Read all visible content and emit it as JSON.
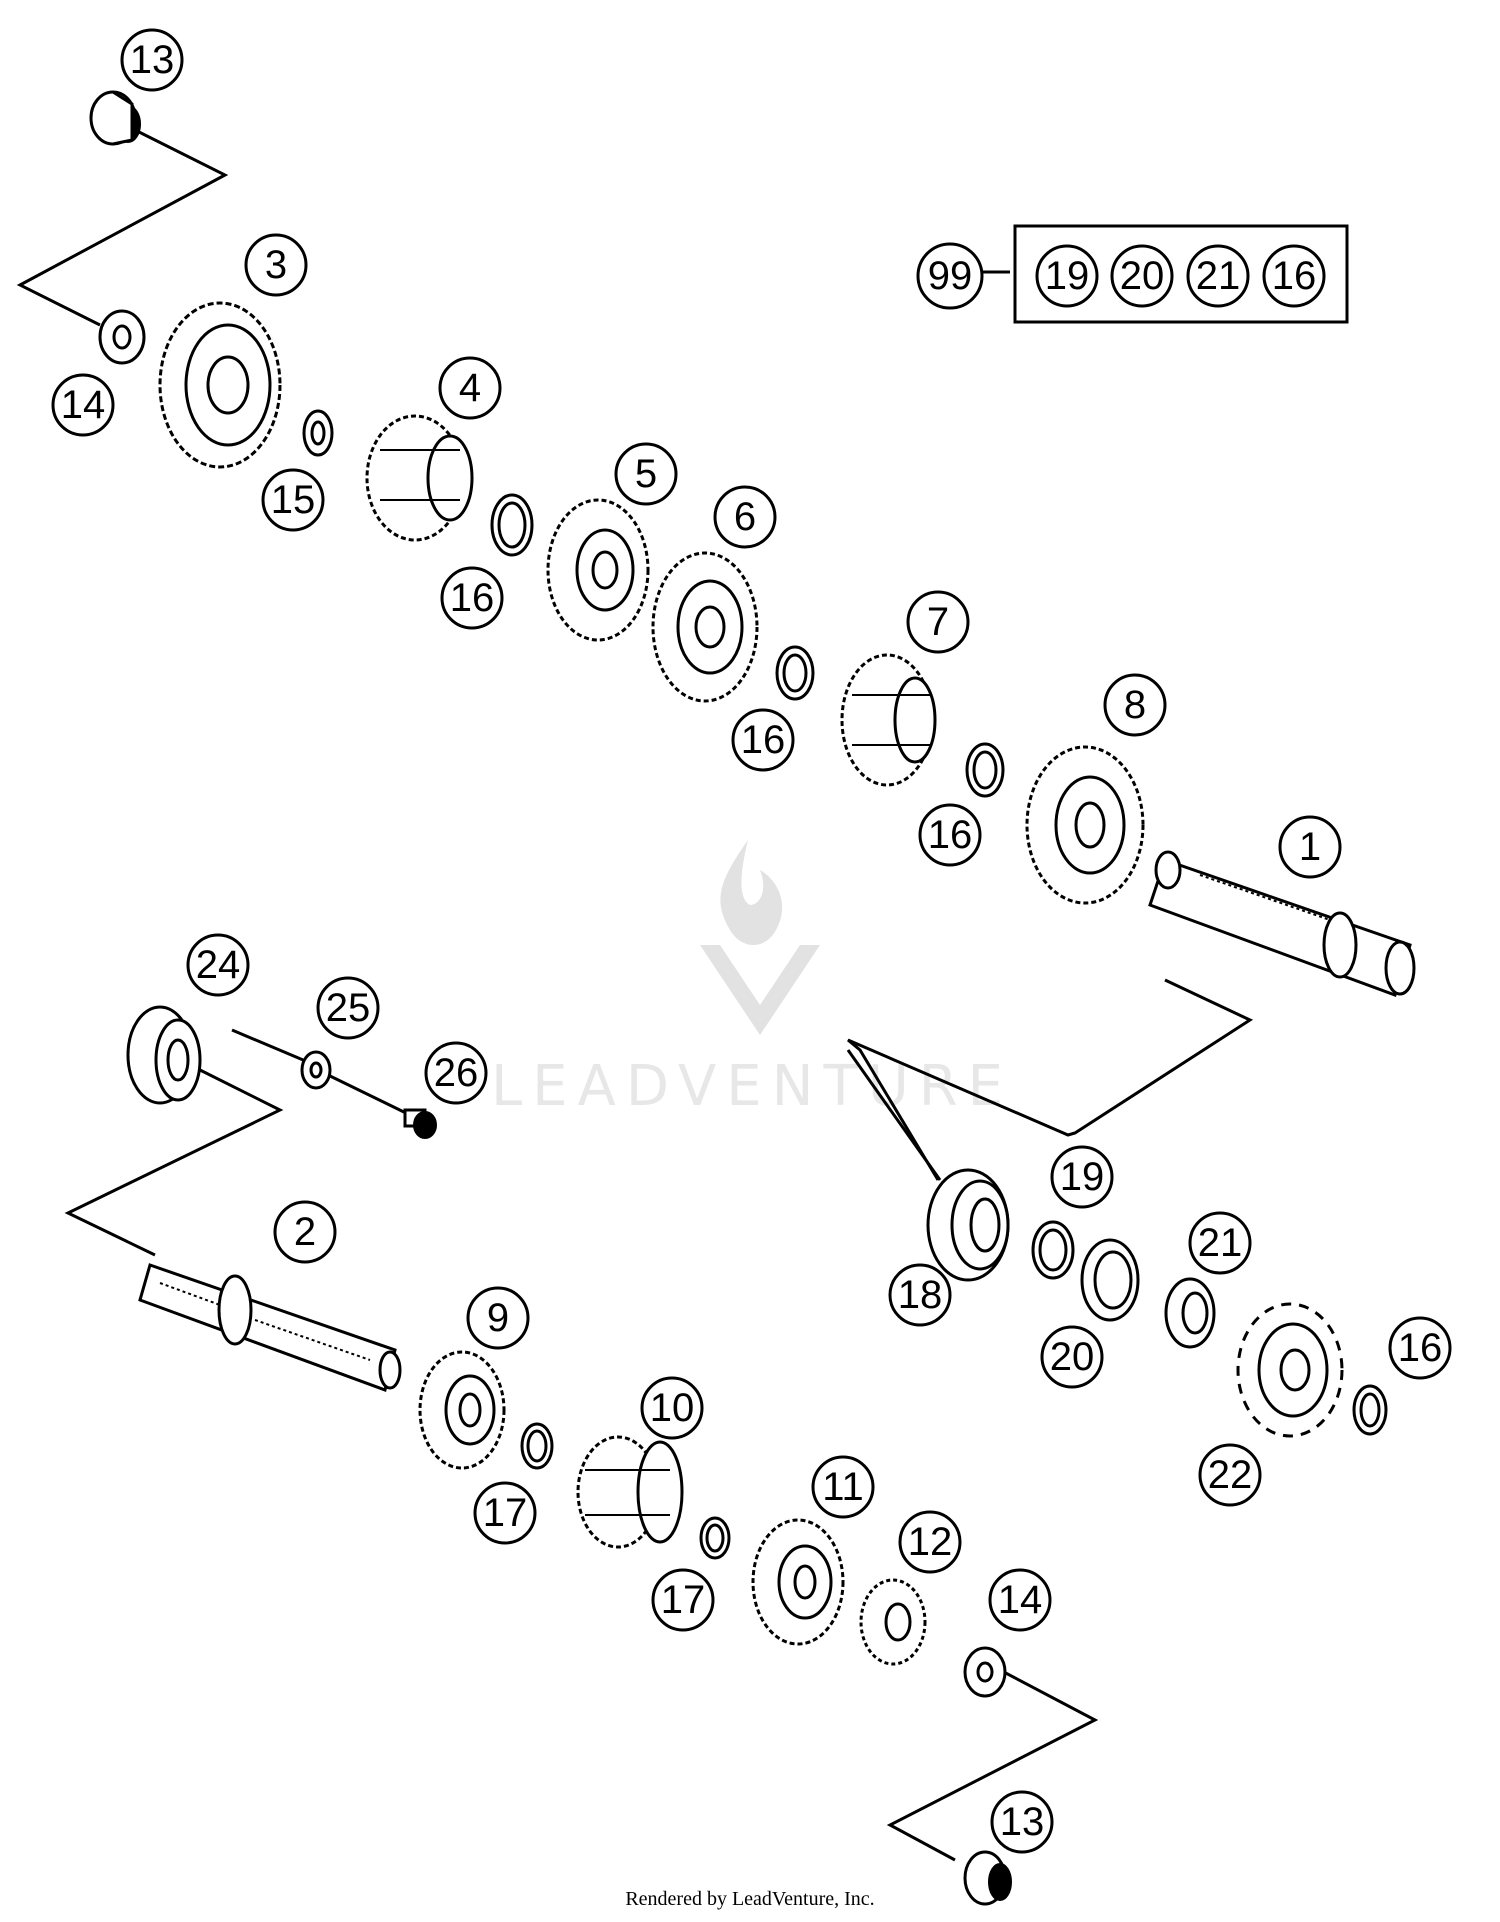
{
  "watermark": {
    "text": "LEADVENTURE"
  },
  "footer": {
    "credit": "Rendered by LeadVenture, Inc."
  },
  "kit": {
    "number": "99",
    "contents": [
      "19",
      "20",
      "21",
      "16"
    ]
  },
  "callouts": [
    "13",
    "3",
    "14",
    "15",
    "4",
    "16",
    "5",
    "6",
    "16",
    "7",
    "16",
    "8",
    "16",
    "1",
    "24",
    "25",
    "26",
    "2",
    "9",
    "10",
    "17",
    "11",
    "12",
    "14",
    "17",
    "13",
    "19",
    "21",
    "18",
    "20",
    "16",
    "22"
  ],
  "parts": [
    {
      "ref": "1",
      "kind": "shaft"
    },
    {
      "ref": "2",
      "kind": "shaft"
    },
    {
      "ref": "3",
      "kind": "gear"
    },
    {
      "ref": "4",
      "kind": "gear"
    },
    {
      "ref": "5",
      "kind": "gear"
    },
    {
      "ref": "6",
      "kind": "gear"
    },
    {
      "ref": "7",
      "kind": "gear"
    },
    {
      "ref": "8",
      "kind": "gear"
    },
    {
      "ref": "9",
      "kind": "gear"
    },
    {
      "ref": "10",
      "kind": "gear"
    },
    {
      "ref": "11",
      "kind": "gear"
    },
    {
      "ref": "12",
      "kind": "gear"
    },
    {
      "ref": "13",
      "kind": "bearing"
    },
    {
      "ref": "14",
      "kind": "washer"
    },
    {
      "ref": "15",
      "kind": "washer"
    },
    {
      "ref": "16",
      "kind": "circlip"
    },
    {
      "ref": "17",
      "kind": "circlip"
    },
    {
      "ref": "18",
      "kind": "bearing"
    },
    {
      "ref": "19",
      "kind": "circlip"
    },
    {
      "ref": "20",
      "kind": "seal"
    },
    {
      "ref": "21",
      "kind": "spacer"
    },
    {
      "ref": "22",
      "kind": "sprocket"
    },
    {
      "ref": "24",
      "kind": "bearing"
    },
    {
      "ref": "25",
      "kind": "washer"
    },
    {
      "ref": "26",
      "kind": "screw"
    }
  ]
}
